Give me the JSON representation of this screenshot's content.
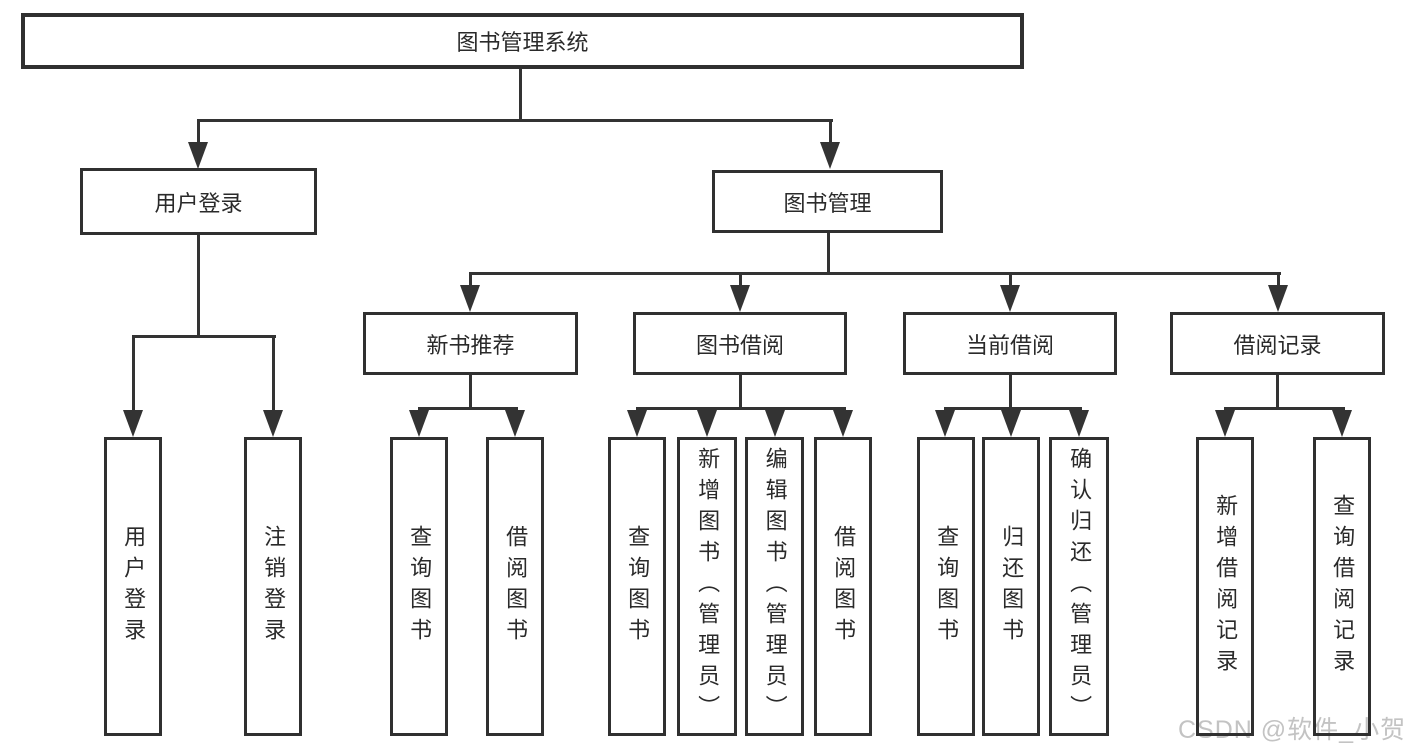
{
  "diagram_type": "tree",
  "tree": {
    "label": "图书管理系统",
    "children": [
      {
        "label": "用户登录",
        "children": [
          {
            "label": "用户登录"
          },
          {
            "label": "注销登录"
          }
        ]
      },
      {
        "label": "图书管理",
        "children": [
          {
            "label": "新书推荐",
            "children": [
              {
                "label": "查询图书"
              },
              {
                "label": "借阅图书"
              }
            ]
          },
          {
            "label": "图书借阅",
            "children": [
              {
                "label": "查询图书"
              },
              {
                "label": "新增图书（管理员）"
              },
              {
                "label": "编辑图书（管理员）"
              },
              {
                "label": "借阅图书"
              }
            ]
          },
          {
            "label": "当前借阅",
            "children": [
              {
                "label": "查询图书"
              },
              {
                "label": "归还图书"
              },
              {
                "label": "确认归还（管理员）"
              }
            ]
          },
          {
            "label": "借阅记录",
            "children": [
              {
                "label": "新增借阅记录"
              },
              {
                "label": "查询借阅记录"
              }
            ]
          }
        ]
      }
    ]
  },
  "watermark": {
    "text": "CSDN @软件_小贺同学"
  },
  "colors": {
    "line": "#333333",
    "box_border": "#303030",
    "text": "#2a2a2a",
    "watermark": "#c3c3c3",
    "background": "#ffffff"
  }
}
